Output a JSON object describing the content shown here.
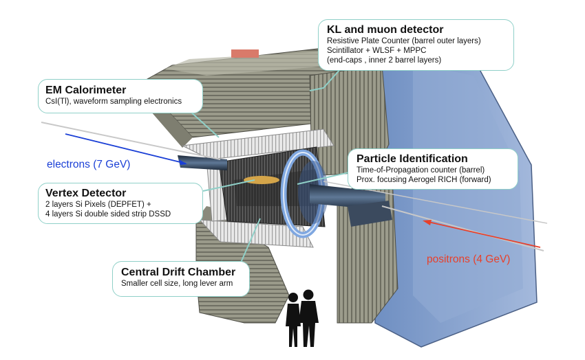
{
  "colors": {
    "electron_beam": "#1a3fd6",
    "positron_beam": "#e8402a",
    "callout_border": "#8fd0c8",
    "detector_blue": "#8aa6cf",
    "iron_gray": "#8c8c80",
    "calorimeter_white": "#f2f2f2",
    "aerogel_blue": "#7fa7e0"
  },
  "icons": {
    "people": "person-silhouette-icon"
  },
  "beams": {
    "electrons": "electrons  (7 GeV)",
    "positrons": "positrons (4 GeV)"
  },
  "callouts": {
    "klm": {
      "title": "KL and muon detector",
      "lines": [
        "Resistive Plate Counter (barrel outer layers)",
        "Scintillator + WLSF + MPPC",
        "(end-caps , inner 2 barrel layers)"
      ]
    },
    "ecl": {
      "title": "EM Calorimeter",
      "lines": [
        "CsI(Tl), waveform sampling electronics"
      ]
    },
    "pid": {
      "title": "Particle Identification",
      "lines": [
        "Time-of-Propagation counter (barrel)",
        "Prox. focusing Aerogel RICH (forward)"
      ]
    },
    "vxd": {
      "title": "Vertex Detector",
      "lines": [
        "2 layers Si Pixels (DEPFET) +",
        "4 layers Si double sided strip DSSD"
      ]
    },
    "cdc": {
      "title": "Central Drift Chamber",
      "lines": [
        "Smaller cell size, long lever arm"
      ]
    }
  }
}
